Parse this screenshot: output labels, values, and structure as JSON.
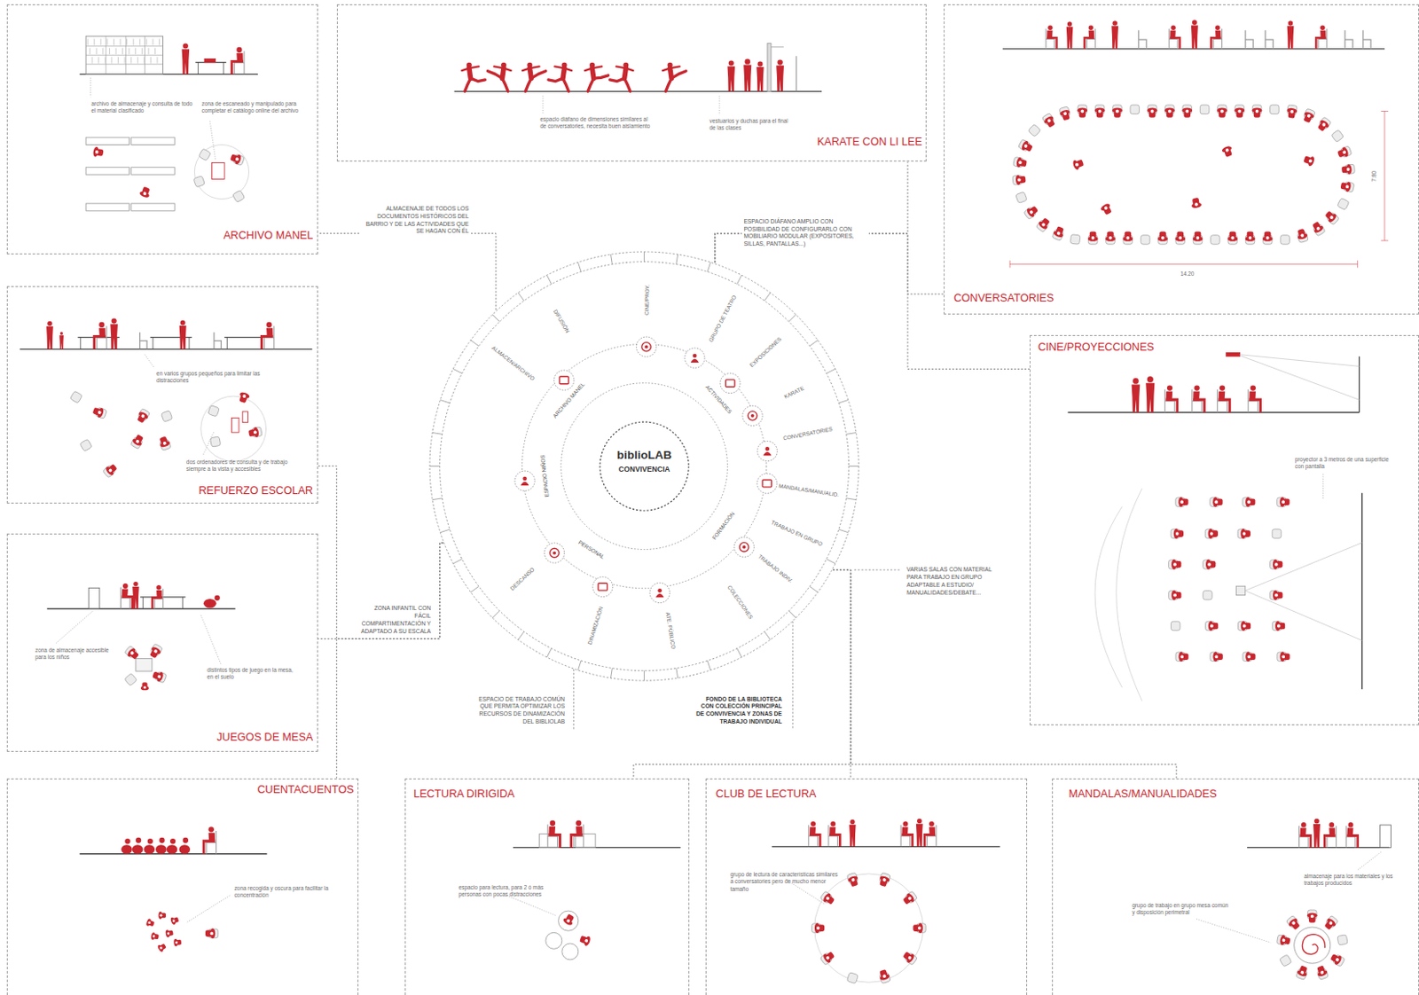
{
  "diagram": {
    "nodes": [
      {
        "text": [
          "ARCHIVO MANEL",
          "archivo de almacenaje y consulta de todo el material clasificado",
          "zona de escaneado y manipulado para completar el catálogo online del archivo"
        ]
      },
      {
        "text": [
          "KARATE CON LI LEE",
          "espacio diáfano de dimensiones similares al de conversatories, necesita buen aislamiento",
          "vestuarios y duchas para el final de las clases"
        ]
      },
      {
        "text": [
          "CONVERSATORIES",
          "7.80",
          "14.20"
        ]
      },
      {
        "text": [
          "DIFUSIÓN",
          "CINE/PROY.",
          "GRUPO DE TEATRO",
          "EXPOSICIONES",
          "KARATE",
          "CONVERSATORIES",
          "MANDALAS/MANUALID.",
          "TRABAJO EN GRUPO",
          "TRABAJO INDIV.",
          "COLECCIONES",
          "ATE. PÚBLICO",
          "DINAMIZACIÓN",
          "DESCANSO",
          "ALMACEN/ARCHIVO",
          "ARCHIVO MANEL",
          "ACTIVIDADES",
          "FORMACIÓN",
          "PERSONAL",
          "ESPACIO NIÑOS"
        ]
      },
      {
        "text": [
          "biblioLAB",
          "CONVIVENCIA"
        ],
        "in": 3
      },
      {
        "text": [
          "CINE/PROYECCIONES",
          "proyector a 3 metros de una superficie con pantalla"
        ]
      },
      {
        "text": [
          "REFUERZO ESCOLAR",
          "en varios grupos pequeños para limitar las distracciones",
          "dos ordenadores de consulta y de trabajo siempre a la vista y accesibles"
        ]
      },
      {
        "text": [
          "JUEGOS DE MESA",
          "zona de almacenaje accesible para los niños",
          "distintos tipos de juego en la mesa, en el suelo"
        ]
      },
      {
        "text": [
          "CUENTACUENTOS",
          "zona recogida y oscura para facilitar la concentración"
        ]
      },
      {
        "text": [
          "LECTURA DIRIGIDA",
          "espacio para lectura, para 2 ó más personas con pocas distracciones"
        ]
      },
      {
        "text": [
          "CLUB DE LECTURA",
          "grupo de lectura de características similares a conversatories pero de mucho menor tamaño"
        ]
      },
      {
        "text": [
          "MANDALAS/MANUALIDADES",
          "almacenaje para los materiales y los trabajos producidos",
          "grupo de trabajo en grupo mesa común y disposición perimetral"
        ]
      }
    ],
    "edges": [
      {
        "from": 3,
        "to": 0,
        "arrow": "none"
      },
      {
        "from": 3,
        "to": 1,
        "arrow": "none"
      },
      {
        "from": 3,
        "to": 2,
        "arrow": "none"
      },
      {
        "from": 3,
        "to": 5,
        "arrow": "none"
      },
      {
        "from": 3,
        "to": 6,
        "arrow": "none"
      },
      {
        "from": 3,
        "to": 7,
        "arrow": "none"
      },
      {
        "from": 3,
        "to": 8,
        "arrow": "none"
      },
      {
        "from": 3,
        "to": 9,
        "arrow": "none"
      },
      {
        "from": 3,
        "to": 10,
        "arrow": "none"
      },
      {
        "from": 3,
        "to": 11,
        "arrow": "none"
      }
    ],
    "labels": [
      "ALMACENAJE DE TODOS LOS DOCUMENTOS HISTÓRICOS DEL BARRIO Y DE LAS ACTIVIDADES QUE SE HAGAN CON ÉL",
      "ESPACIO DIÁFANO AMPLIO CON POSIBILIDAD DE CONFIGURARLO CON MOBILIARIO MODULAR (EXPOSITORES, SILLAS, PANTALLAS...)",
      "ZONA INFANTIL CON FÁCIL COMPARTIMENTACIÓN Y ADAPTADO A SU ESCALA",
      "ESPACIO DE TRABAJO COMÚN QUE PERMITA OPTIMIZAR LOS RECURSOS DE DINAMIZACIÓN DEL BIBLIOLAB",
      "FONDO DE LA BIBLIOTECA CON COLECCIÓN PRINCIPAL DE CONVIVENCIA Y ZONAS DE TRABAJO INDIVIDUAL",
      "VARIAS SALAS CON MATERIAL PARA TRABAJO EN GRUPO ADAPTABLE A ESTUDIO/ MANUALIDADES/DEBATE..."
    ]
  }
}
